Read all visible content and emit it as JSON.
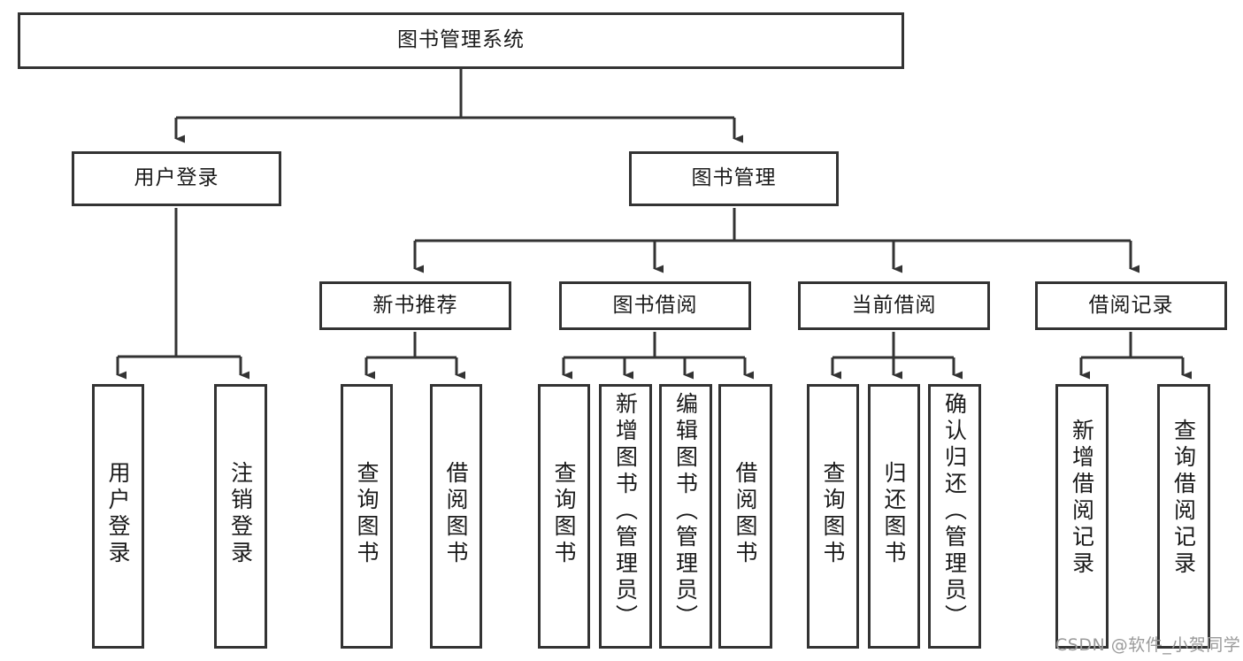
{
  "diagram": {
    "type": "tree-hierarchy",
    "title": "图书管理系统",
    "orientation": "top-down",
    "colors": {
      "box_border": "#333333",
      "box_fill": "#ffffff",
      "connector": "#333333",
      "text": "#1a1a1a",
      "watermark": "#9a9a9a",
      "background": "#ffffff"
    },
    "root": {
      "label": "图书管理系统"
    },
    "level2": [
      {
        "id": "user-login",
        "label": "用户登录"
      },
      {
        "id": "book-management",
        "label": "图书管理"
      }
    ],
    "level3": [
      {
        "id": "new-book-recommend",
        "label": "新书推荐",
        "parent": "book-management"
      },
      {
        "id": "book-borrow",
        "label": "图书借阅",
        "parent": "book-management"
      },
      {
        "id": "current-borrow",
        "label": "当前借阅",
        "parent": "book-management"
      },
      {
        "id": "borrow-record",
        "label": "借阅记录",
        "parent": "book-management"
      }
    ],
    "leaves": {
      "user_login": [
        {
          "id": "leaf-user-login",
          "label": "用户登录"
        },
        {
          "id": "leaf-logout-login",
          "label": "注销登录"
        }
      ],
      "new_book_recommend": [
        {
          "id": "leaf-query-book-1",
          "label": "查询图书"
        },
        {
          "id": "leaf-borrow-book-1",
          "label": "借阅图书"
        }
      ],
      "book_borrow": [
        {
          "id": "leaf-query-book-2",
          "label": "查询图书"
        },
        {
          "id": "leaf-add-book",
          "label": "新增图书（管理员）"
        },
        {
          "id": "leaf-edit-book",
          "label": "编辑图书（管理员）"
        },
        {
          "id": "leaf-borrow-book-2",
          "label": "借阅图书"
        }
      ],
      "current_borrow": [
        {
          "id": "leaf-query-book-3",
          "label": "查询图书"
        },
        {
          "id": "leaf-return-book",
          "label": "归还图书"
        },
        {
          "id": "leaf-confirm-return",
          "label": "确认归还（管理员）"
        }
      ],
      "borrow_record": [
        {
          "id": "leaf-add-record",
          "label": "新增借阅记录"
        },
        {
          "id": "leaf-query-record",
          "label": "查询借阅记录"
        }
      ]
    },
    "watermark": "CSDN @软件_小贺同学"
  }
}
